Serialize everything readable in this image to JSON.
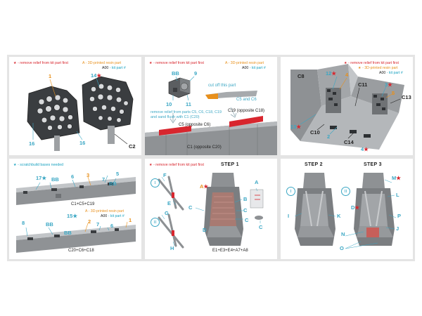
{
  "legend": {
    "star": "★",
    "remove_relief": "- remove relief from kit part first",
    "resin_part_prefix": "A",
    "resin_part": "- 3D-printed resin part",
    "kit_part_code": "A00",
    "kit_part": "- kit part #",
    "scratchbuild": "- scratchbuild bases needed",
    "resin_part_star": "- 3D-printed resin part"
  },
  "panel1": {
    "labels": {
      "n1": "1",
      "n14": "14",
      "n16a": "16",
      "n16b": "16",
      "c2": "C2"
    }
  },
  "panel2": {
    "labels": {
      "bb": "BB",
      "n9": "9",
      "n10": "10",
      "n11": "11",
      "cutoff": "cut off this part",
      "c5c6": "C5 and C6",
      "instruction": "remove relief from parts C5, C6, C18, C19",
      "instruction2": "and sand flush with C1 (C20)",
      "c19": "C19 (opposite C18)",
      "c5": "C5 (opposite C6)",
      "c1": "C1 (opposite C20)"
    }
  },
  "panel3": {
    "labels": {
      "c8": "C8",
      "n12": "12",
      "n4": "4",
      "c11": "C11",
      "n3": "3",
      "n5": "5",
      "c13": "C13",
      "n13": "13",
      "c10": "C10",
      "n2": "2",
      "c14": "C14",
      "n4b": "4"
    }
  },
  "panel4": {
    "labels": {
      "n17": "17",
      "bb1": "BB",
      "n6": "6",
      "n3": "3",
      "n5": "5",
      "n7": "7",
      "bb2": "BB",
      "combo1": "C1+C5+C19",
      "n15": "15",
      "n8": "8",
      "bb3": "BB",
      "n2": "2",
      "bb4": "BB",
      "n7b": "7",
      "n6b": "6",
      "n1": "1",
      "combo2": "C20+C6+C18"
    }
  },
  "panel5": {
    "step": "STEP 1",
    "labels": {
      "f": "F",
      "e": "E",
      "g": "G",
      "h": "H",
      "a": "A",
      "b": "B",
      "c1": "C",
      "c2": "C",
      "c3": "C",
      "d": "D",
      "a2": "A",
      "c4": "C",
      "combo": "E1+E3+E4+A7+A8",
      "r1": "I",
      "r2": "II"
    }
  },
  "panel6": {
    "step2": "STEP 2",
    "step3": "STEP 3",
    "labels": {
      "m": "M",
      "l": "L",
      "d": "D",
      "p": "P",
      "i": "I",
      "k": "K",
      "n": "N",
      "j": "J",
      "o": "O",
      "r1": "I",
      "r2": "II"
    }
  },
  "colors": {
    "red": "#d8262e",
    "orange": "#e8901c",
    "blue": "#1aa2c0",
    "grey": "#8a8c8e",
    "panel": "#ffffff",
    "background": "#e4e4e4"
  }
}
